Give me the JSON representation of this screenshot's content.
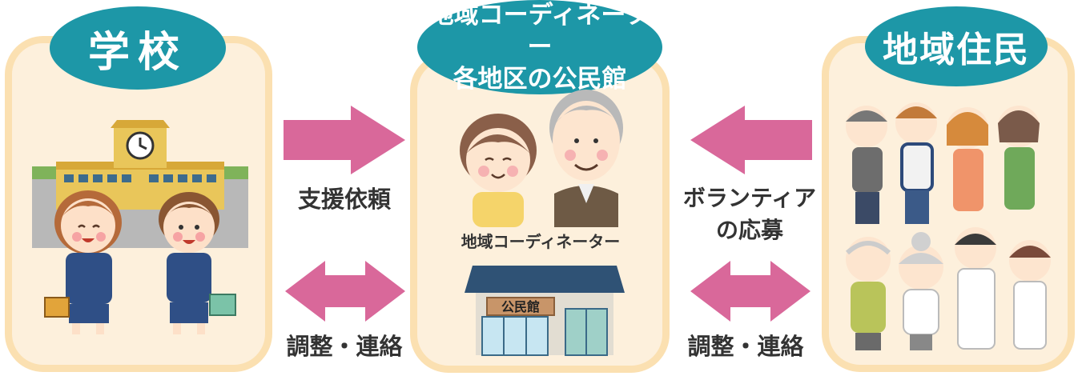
{
  "school": {
    "title": "学校"
  },
  "center": {
    "title_line1": "地域コーディネーター",
    "title_line2": "各地区の公民館",
    "coordinator_caption": "地域コーディネーター",
    "hall_sign": "公民館"
  },
  "residents": {
    "title": "地域住民"
  },
  "arrows": {
    "support_request": "支援依頼",
    "adjust_left": "調整・連絡",
    "volunteer_line1": "ボランティア",
    "volunteer_line2": "の応募",
    "adjust_right": "調整・連絡"
  },
  "colors": {
    "teal": "#1d97a7",
    "pink": "#d9689a",
    "panel": "#fdf0dc",
    "panel_border": "#fbe0b1"
  }
}
